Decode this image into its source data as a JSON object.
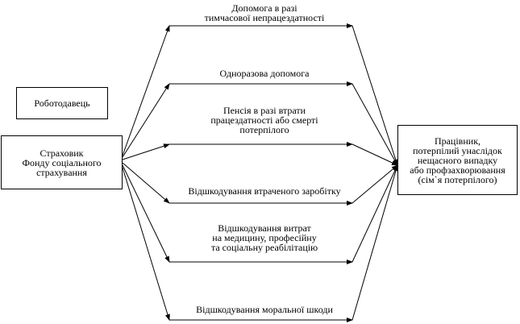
{
  "employer": "Роботодавець",
  "insurer": {
    "line1": "Страховик",
    "line2": "Фонду соціального",
    "line3": "страхування"
  },
  "worker": {
    "line1": "Працівник,",
    "line2": "потерпілий унаслідок",
    "line3": "нещасного випадку",
    "line4": "або профзахворювання",
    "line5": "(сім`я потерпілого)"
  },
  "benefits": [
    {
      "line1": "Допомога в разі",
      "line2": "тимчасової непрацездатності"
    },
    {
      "line1": "Одноразова допомога"
    },
    {
      "line1": "Пенсія в разі втрати",
      "line2": "працездатності або смерті",
      "line3": "потерпілого"
    },
    {
      "line1": "Відшкодування втраченого заробітку"
    },
    {
      "line1": "Відшкодування витрат",
      "line2": "на медицину, професійну",
      "line3": "та соціальну реабілітацію"
    },
    {
      "line1": "Відшкодування моральної шкоди"
    }
  ]
}
